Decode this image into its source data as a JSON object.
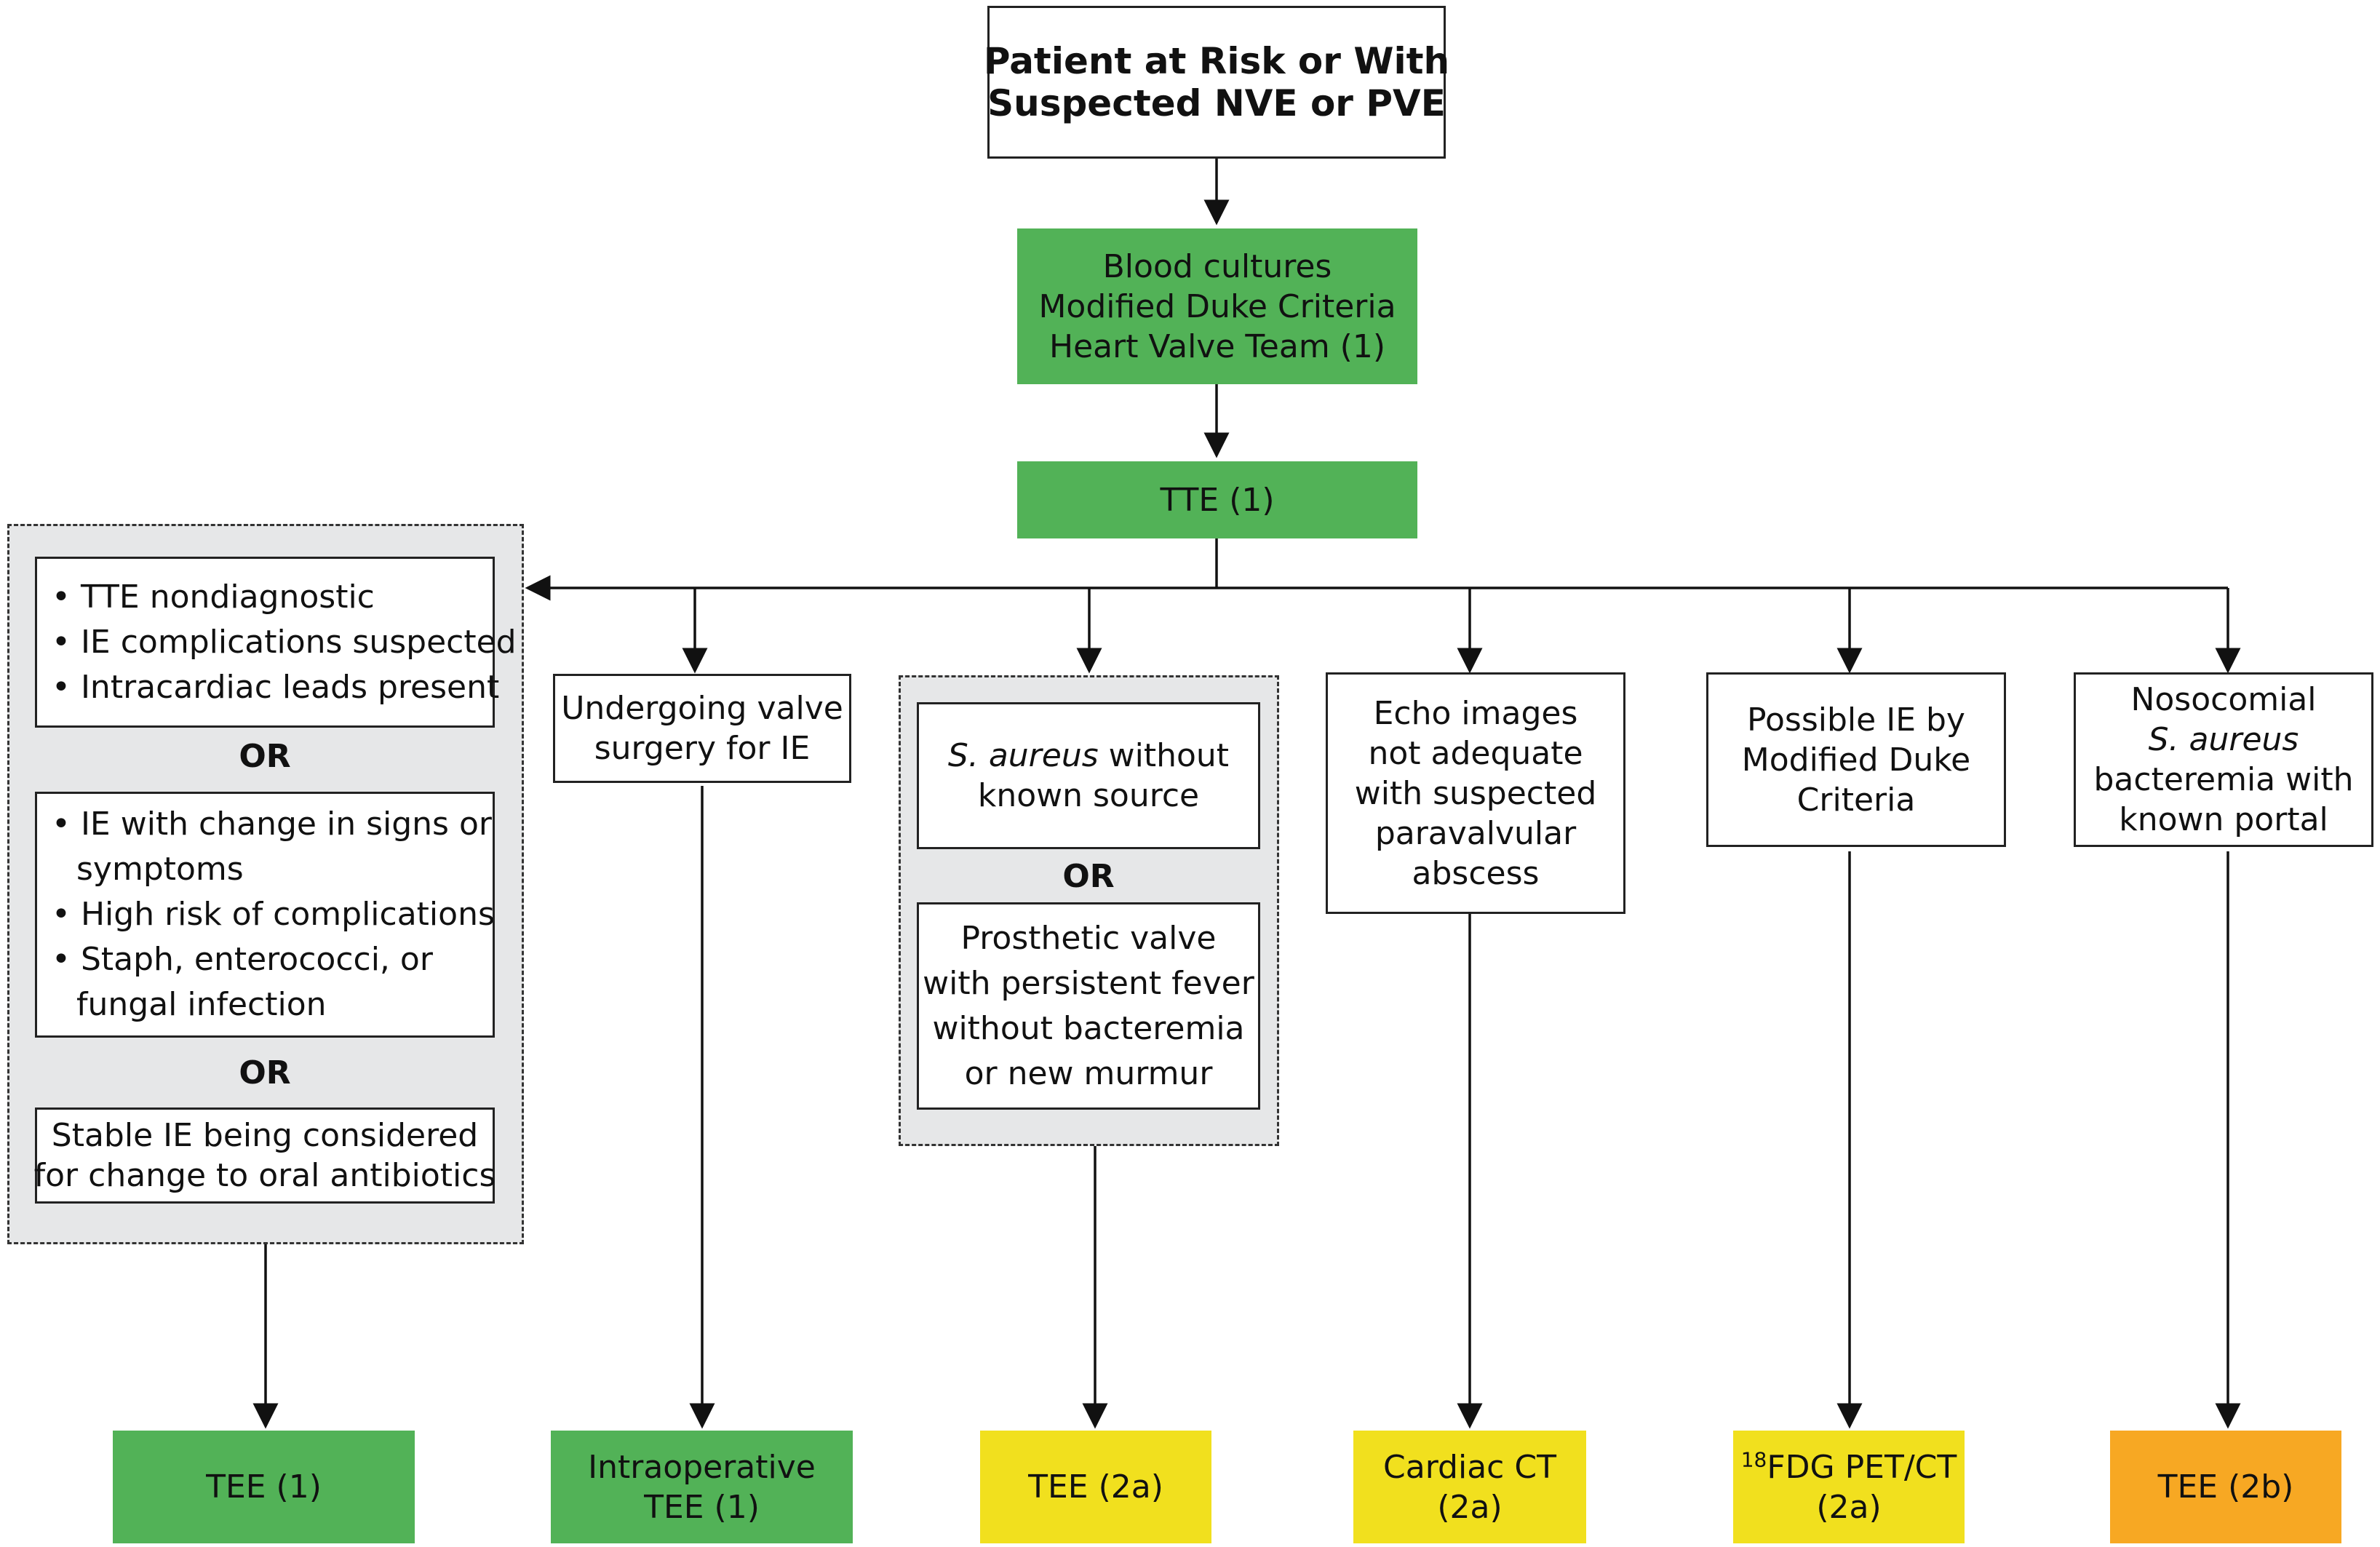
{
  "colors": {
    "cor_1": "#52b257",
    "cor_2a": "#f1e01e",
    "cor_2b": "#f7a823",
    "group_bg": "#e6e7e8",
    "line": "#111111"
  },
  "top": {
    "lines": [
      "Patient at Risk or With",
      "Suspected NVE or PVE"
    ]
  },
  "step1": {
    "lines": [
      "Blood cultures",
      "Modified Duke Criteria",
      "Heart Valve Team (1)"
    ]
  },
  "step2": {
    "label": "TTE (1)"
  },
  "separator": "OR",
  "col1": {
    "box_a": [
      "TTE nondiagnostic",
      "IE complications suspected",
      "Intracardiac leads present"
    ],
    "box_b": {
      "b1_l1": "IE with change in signs or",
      "b1_l2": "symptoms",
      "b2": "High risk of complications",
      "b3_l1": "Staph, enterococci, or",
      "b3_l2": "fungal infection"
    },
    "box_c": [
      "Stable IE being considered",
      "for change to oral antibiotics"
    ],
    "outcome": "TEE (1)"
  },
  "col2": {
    "condition": [
      "Undergoing valve",
      "surgery for IE"
    ],
    "outcome": [
      "Intraoperative",
      "TEE (1)"
    ]
  },
  "col3": {
    "box_a": {
      "species": "S. aureus",
      "rest": " without",
      "l2": "known source"
    },
    "box_b": [
      "Prosthetic valve",
      "with persistent fever",
      "without bacteremia",
      "or new murmur"
    ],
    "outcome": "TEE (2a)"
  },
  "col4": {
    "condition": [
      "Echo images",
      "not adequate",
      "with suspected",
      "paravalvular",
      "abscess"
    ],
    "outcome": [
      "Cardiac CT",
      "(2a)"
    ]
  },
  "col5": {
    "condition": [
      "Possible IE by",
      "Modified Duke",
      "Criteria"
    ],
    "outcome": {
      "superscript": "18",
      "main": "FDG PET/CT",
      "cor": "(2a)"
    }
  },
  "col6": {
    "condition": {
      "l1": "Nosocomial",
      "species": "S. aureus",
      "l3": "bacteremia with",
      "l4": "known portal"
    },
    "outcome": "TEE (2b)"
  }
}
